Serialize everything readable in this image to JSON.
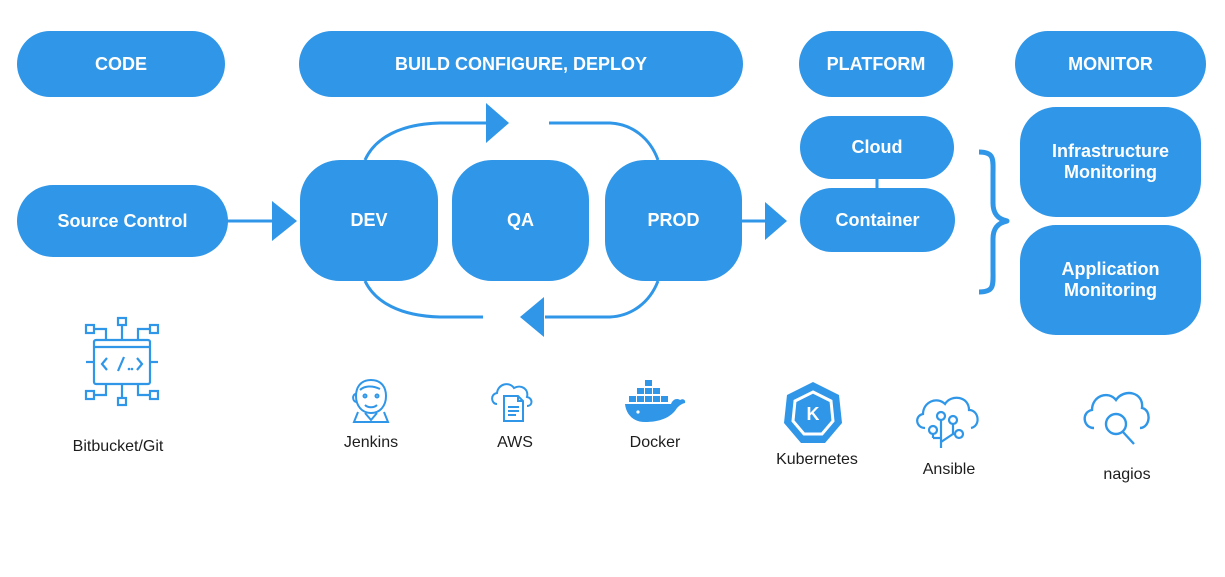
{
  "headers": {
    "code": "CODE",
    "build": "BUILD CONFIGURE, DEPLOY",
    "platform": "PLATFORM",
    "monitor": "MONITOR"
  },
  "nodes": {
    "source_control": "Source Control",
    "dev": "DEV",
    "qa": "QA",
    "prod": "PROD",
    "cloud": "Cloud",
    "container": "Container",
    "infra_monitoring": "Infrastructure\nMonitoring",
    "app_monitoring": "Application\nMonitoring"
  },
  "tools": {
    "bitbucket": "Bitbucket/Git",
    "jenkins": "Jenkins",
    "aws": "AWS",
    "docker": "Docker",
    "kubernetes": "Kubernetes",
    "ansible": "Ansible",
    "nagios": "nagios"
  },
  "colors": {
    "primary": "#2f96e8",
    "text_dark": "#1d1d1d",
    "white": "#ffffff"
  },
  "icons": [
    "code-chip-icon",
    "jenkins-icon",
    "aws-cloud-icon",
    "docker-whale-icon",
    "kubernetes-icon",
    "ansible-cloud-icon",
    "nagios-cloud-search-icon"
  ]
}
